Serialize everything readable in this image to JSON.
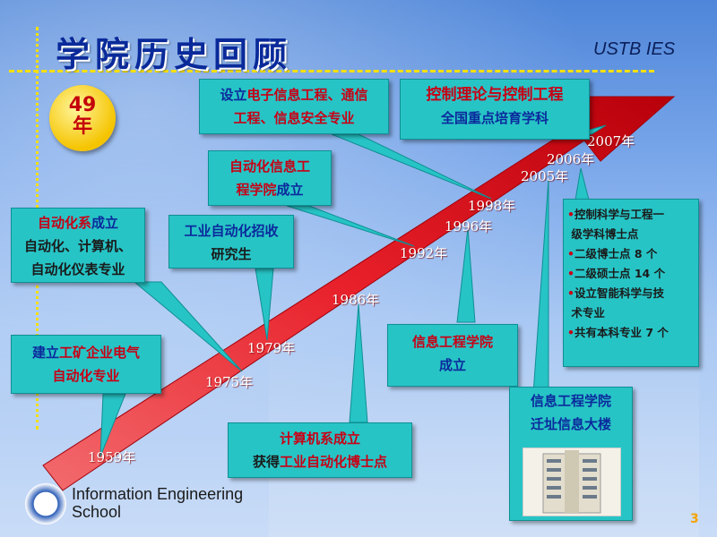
{
  "header": {
    "title": "学院历史回顾",
    "org": "USTB IES"
  },
  "badge": {
    "number": "49",
    "unit": "年"
  },
  "years": [
    "1959年",
    "1975年",
    "1979年",
    "1986年",
    "1992年",
    "1996年",
    "1998年",
    "2005年",
    "2006年",
    "2007年"
  ],
  "callouts": {
    "c1959_a": "建立",
    "c1959_b": "工矿企业电气",
    "c1959_c": "自动化专业",
    "c1975_a": "自动化系",
    "c1975_b": "成立",
    "c1975_c": "自动化、计算机、",
    "c1975_d": "自动化仪表专业",
    "c1979_a": "工业自动化招收",
    "c1979_b": "研究生",
    "c1986_a": "计算机系成立",
    "c1986_b": "获得",
    "c1986_c": "工业自动化博士点",
    "c1992_a": "自动化信息工",
    "c1992_b": "程学院",
    "c1992_c": "成立",
    "c1998_a": "设立",
    "c1998_b": "电子信息工程、通信",
    "c1998_c": "工程、信息安全专业",
    "c1996_a": "信息工程学院",
    "c1996_b": "成立",
    "c2005_a": "信息工程学院",
    "c2005_b": "迁址信息大楼",
    "c2007_a": "控制理论与控制工程",
    "c2007_b": "全国重点培育学科"
  },
  "developments": [
    "控制科学与工程一",
    "级学科博士点",
    "二级博士点 8 个",
    "二级硕士点 14 个",
    "设立智能科学与技",
    "术专业",
    "共有本科专业 7 个"
  ],
  "footer": {
    "line1": "Information Engineering",
    "line2": "School",
    "page": "3"
  },
  "colors": {
    "arrow": "#e8202a",
    "callout": "#27c4c6",
    "title": "#0a2a9a",
    "accent": "#f7e000"
  }
}
